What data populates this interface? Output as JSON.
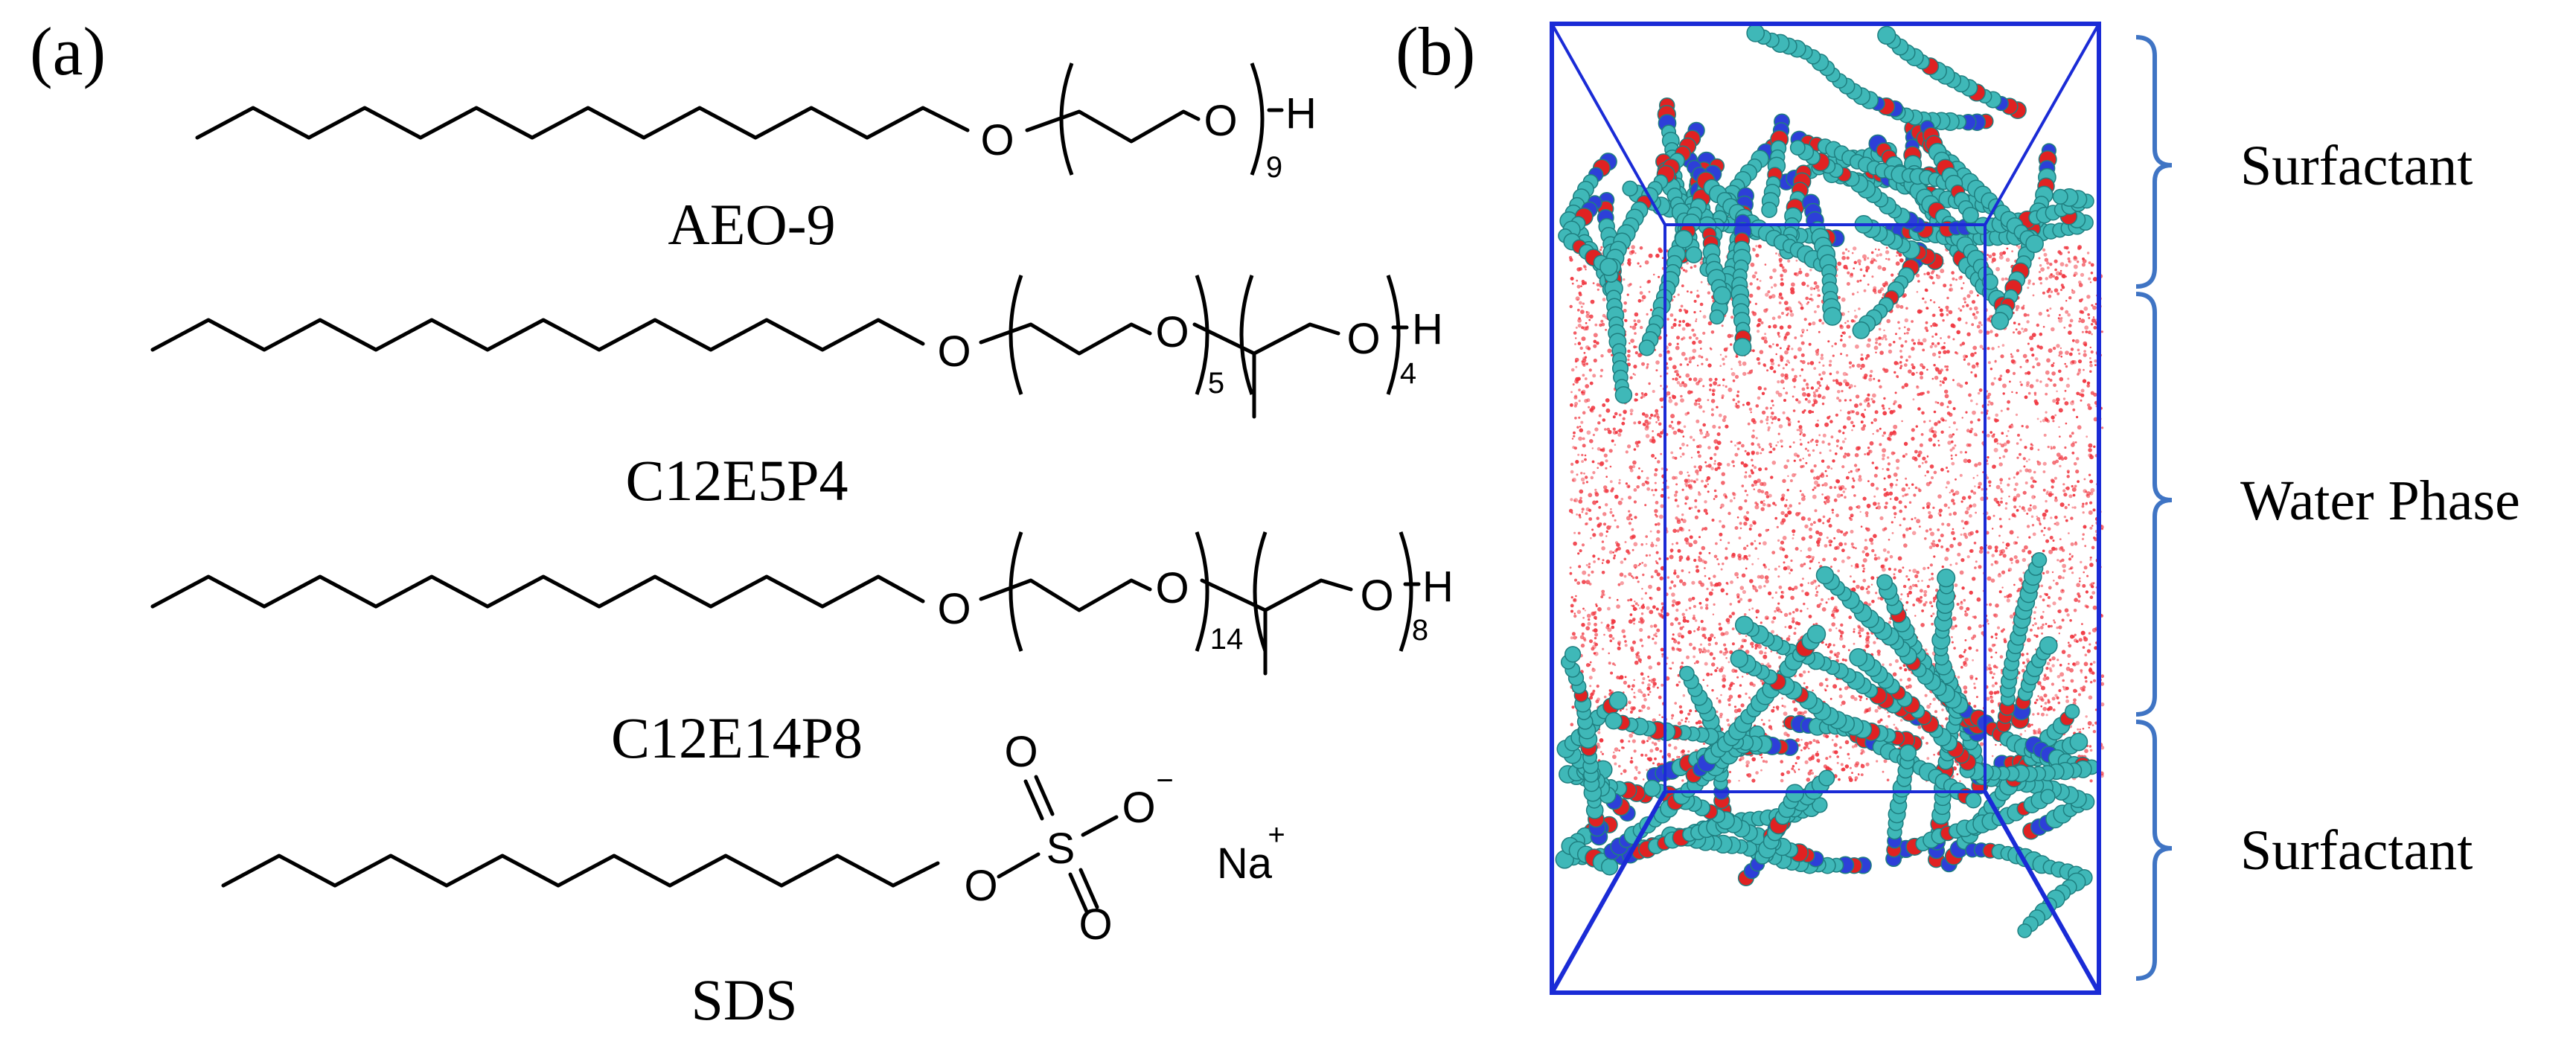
{
  "panel_a": {
    "label": "(a)",
    "molecules": [
      {
        "name": "AEO-9",
        "atoms": {
          "o1": "O",
          "o2": "O",
          "h": "H"
        },
        "subscripts": {
          "n1": "9"
        }
      },
      {
        "name": "C12E5P4",
        "atoms": {
          "o1": "O",
          "o2": "O",
          "o3": "O",
          "h": "H"
        },
        "subscripts": {
          "n1": "5",
          "n2": "4"
        }
      },
      {
        "name": "C12E14P8",
        "atoms": {
          "o1": "O",
          "o2": "O",
          "o3": "O",
          "h": "H"
        },
        "subscripts": {
          "n1": "14",
          "n2": "8"
        }
      },
      {
        "name": "SDS",
        "atoms": {
          "o1": "O",
          "s": "S",
          "o2": "O",
          "o3": "O",
          "o4": "O",
          "minus": "−",
          "na": "Na",
          "plus": "+"
        }
      }
    ]
  },
  "panel_b": {
    "label": "(b)",
    "regions": [
      "Surfactant",
      "Water Phase",
      "Surfactant"
    ],
    "colors": {
      "box": "#1a2bd6",
      "brace": "#3f74c4",
      "water": "#f0333d",
      "carbon": "#3fb8b8",
      "oxygen": "#e02222",
      "nitrogen": "#2d3fd8"
    }
  }
}
